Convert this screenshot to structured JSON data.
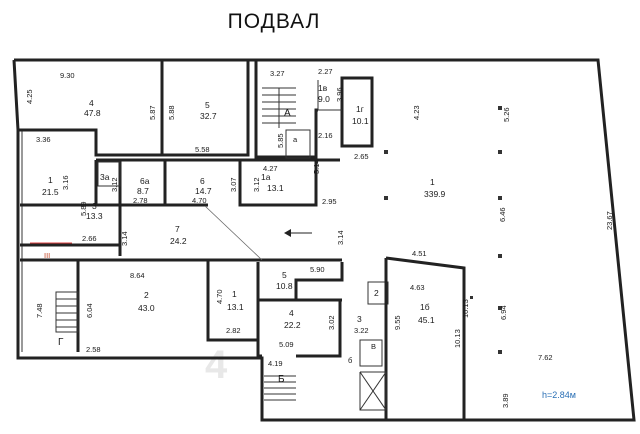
{
  "title": "ПОДВАЛ",
  "watermark": "4",
  "ceiling_height": "h=2.84м",
  "rooms": {
    "r1": {
      "num": "1",
      "area": "339.9"
    },
    "r1a": {
      "num": "1а",
      "area": "13.1"
    },
    "r1b": {
      "num": "1б",
      "area": "45.1"
    },
    "r1v": {
      "num": "1в",
      "area": "9.0"
    },
    "r1g": {
      "num": "1г",
      "area": "10.1"
    },
    "r1w": {
      "num": "1",
      "area": "21.5"
    },
    "r1s": {
      "num": "1",
      "area": "13.1"
    },
    "r2": {
      "num": "2",
      "area": "43.0"
    },
    "r3": {
      "num": "3",
      "area": "13.3"
    },
    "r3a": {
      "num": "3а",
      "area": ""
    },
    "r4": {
      "num": "4",
      "area": "47.8"
    },
    "r4b": {
      "num": "4",
      "area": "22.2"
    },
    "r5": {
      "num": "5",
      "area": "32.7"
    },
    "r5b": {
      "num": "5",
      "area": "10.8"
    },
    "r6": {
      "num": "6",
      "area": "14.7"
    },
    "r6a": {
      "num": "6а",
      "area": "8.7"
    },
    "r7": {
      "num": "7",
      "area": "24.2"
    },
    "r3c": {
      "num": "3",
      "area": ""
    },
    "r2c": {
      "num": "2",
      "area": ""
    }
  },
  "stair_labels": {
    "A": "А",
    "B": "Б",
    "V": "В",
    "G": "Г",
    "b": "б",
    "a": "а",
    "III": "III"
  },
  "dimensions": {
    "d930": "9.30",
    "d425": "4.25",
    "d587": "5.87",
    "d588": "5.88",
    "d327": "3.27",
    "d227": "2.27",
    "d396": "3.96",
    "d423": "4.23",
    "d526": "5.26",
    "d336": "3.36",
    "d558": "5.58",
    "d216": "2.16",
    "d585": "5.85",
    "d265": "2.65",
    "d316": "3.16",
    "d312": "3.12",
    "d307": "3.07",
    "d312b": "3.12",
    "d427": "4.27",
    "d514": "5.14",
    "d589": "5.89",
    "d278": "2.78",
    "d470": "4.70",
    "d295": "2.95",
    "d646": "6.46",
    "d2367": "23.67",
    "d266": "2.66",
    "d314": "3.14",
    "d314b": "3.14",
    "d451": "4.51",
    "d590": "5.90",
    "d864": "8.64",
    "d463": "4.63",
    "d748": "7.48",
    "d604": "6.04",
    "d470b": "4.70",
    "d1013": "10.13",
    "d1013b": "10.13",
    "d955": "9.55",
    "d694": "6.94",
    "d282": "2.82",
    "d302": "3.02",
    "d322": "3.22",
    "d258": "2.58",
    "d509": "5.09",
    "d419": "4.19",
    "d762": "7.62",
    "d389": "3.89"
  }
}
